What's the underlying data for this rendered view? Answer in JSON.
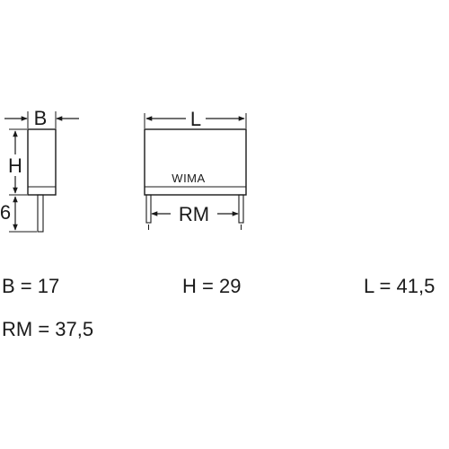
{
  "drawing": {
    "side_view": {
      "width_label": "B",
      "height_label": "H",
      "lead_label": "6"
    },
    "front_view": {
      "length_label": "L",
      "pitch_label": "RM",
      "brand": "WIMA"
    }
  },
  "specs": {
    "b": "B = 17",
    "h": "H = 29",
    "l": "L = 41,5",
    "rm": "RM = 37,5"
  }
}
